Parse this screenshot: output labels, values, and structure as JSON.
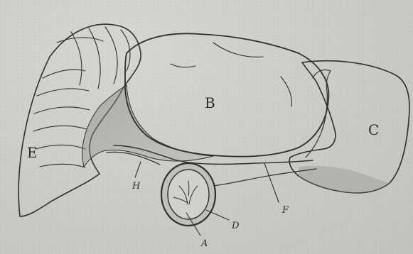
{
  "figure": {
    "labels": {
      "a": "A",
      "b": "B",
      "c": "C",
      "d": "D",
      "e": "E",
      "f": "F",
      "h": "H"
    }
  },
  "colors": {
    "paper": "#cfcdc8",
    "ink": "#2f2e2b",
    "shade": "#9a9893"
  }
}
